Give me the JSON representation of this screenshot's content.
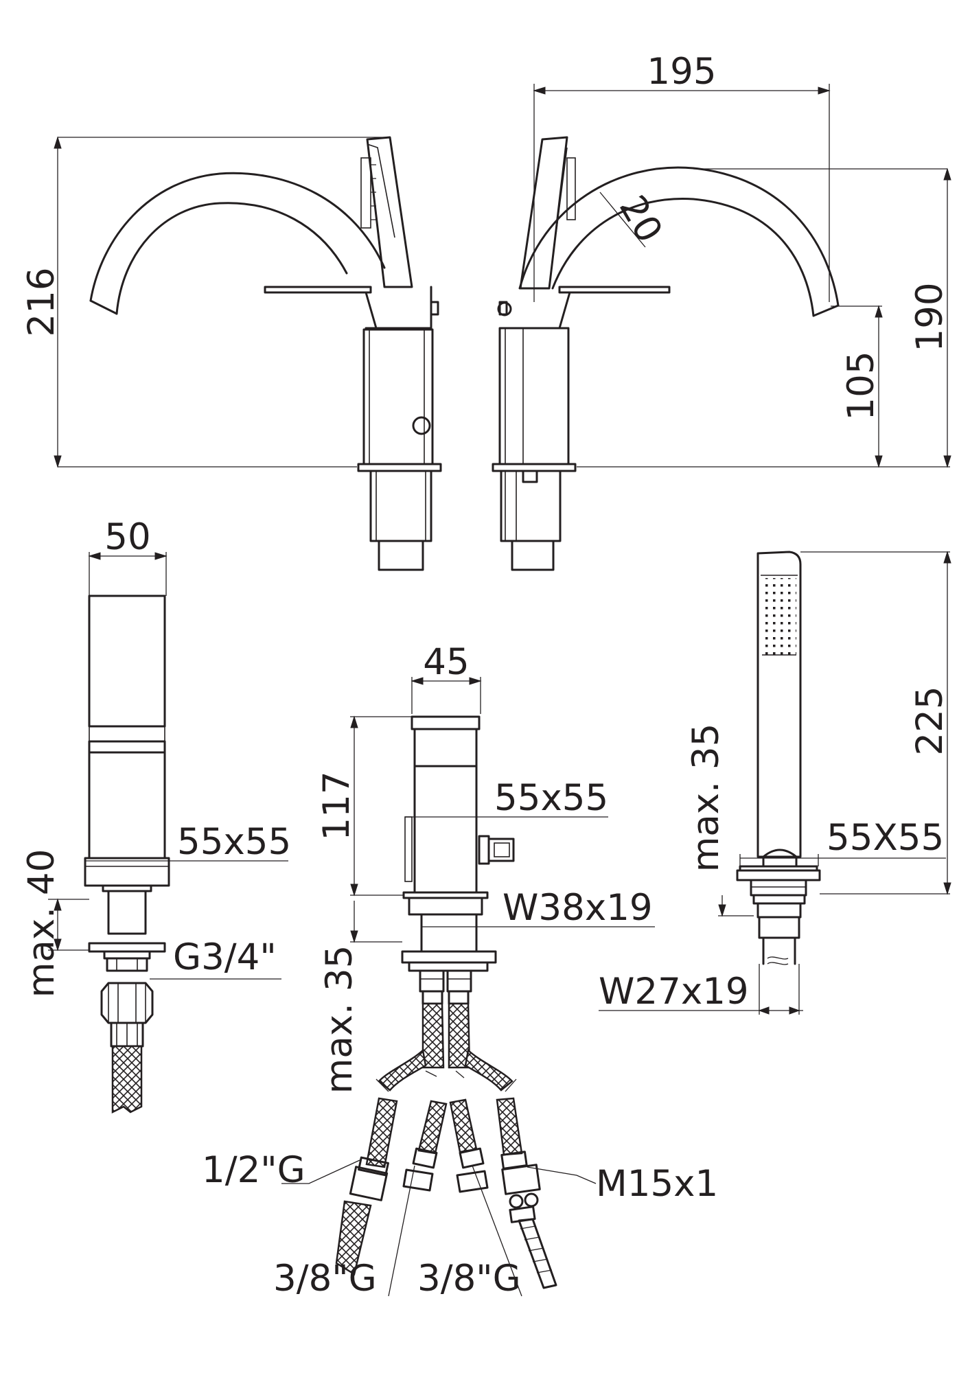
{
  "dimensions": {
    "spout_width": "195",
    "spout_pipe_diameter": "20",
    "overall_height": "216",
    "spout_height": "190",
    "outlet_height": "105",
    "body_width": "50",
    "diverter_width": "45",
    "diverter_height": "117",
    "handshower_length": "225",
    "max_deck_left": "max. 40",
    "max_deck_center": "max. 35",
    "max_deck_right": "max. 35",
    "base_left": "55x55",
    "base_center": "55x55",
    "base_right": "55X55",
    "nut_center": "W38x19",
    "nut_right": "W27x19",
    "thread_left": "G3/4\"",
    "hose_half_inch": "1/2\"G",
    "hose_three_eighths_a": "3/8\"G",
    "hose_three_eighths_b": "3/8\"G",
    "hose_metric": "M15x1"
  }
}
